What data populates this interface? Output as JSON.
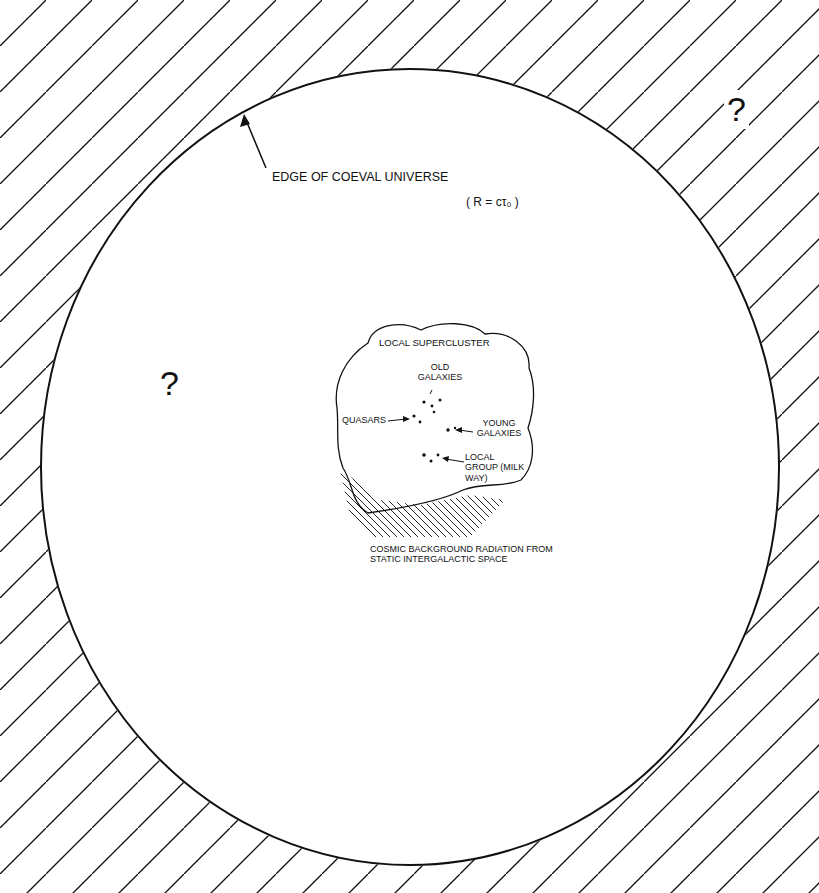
{
  "diagram": {
    "nodes": [
      {
        "text": [
          "EDGE OF COEVAL UNIVERSE",
          "( R = cτ₀ )",
          "?"
        ]
      },
      {
        "text": [
          "LOCAL SUPERCLUSTER",
          "OLD GALAXIES",
          "QUASARS",
          "YOUNG GALAXIES",
          "LOCAL GROUP (MILK WAY)"
        ],
        "in": 0
      }
    ],
    "labels": [
      "?",
      "COSMIC BACKGROUND RADIATION FROM STATIC INTERGALACTIC SPACE"
    ]
  }
}
